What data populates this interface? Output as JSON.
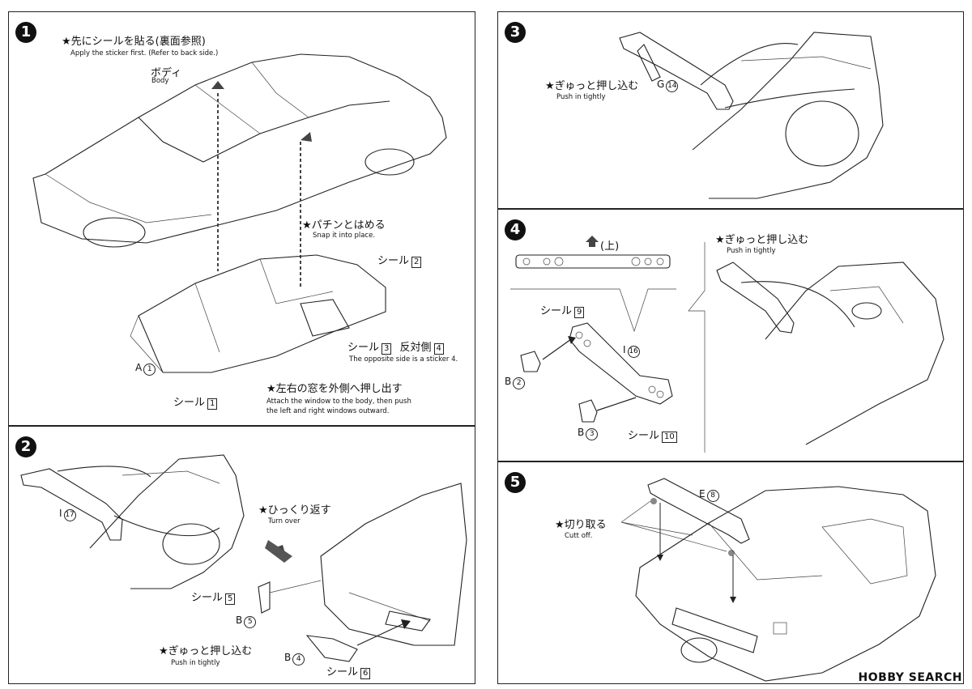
{
  "steps": [
    {
      "num": "1",
      "instruction_jp": "★先にシールを貼る(裏面参照)",
      "instruction_en": "Apply the sticker first. (Refer to back side.)",
      "body_jp": "ボディ",
      "body_en": "Body",
      "snap_jp": "★パチンとはめる",
      "snap_en": "Snap it into place.",
      "seal2": "シール",
      "seal2_num": "2",
      "seal3": "シール",
      "seal3_num": "3",
      "opposite_jp": "反対側",
      "opposite_num": "4",
      "opposite_en": "The opposite side is a sticker 4.",
      "part_a": "A",
      "part_a_num": "1",
      "seal1": "シール",
      "seal1_num": "1",
      "window_jp": "★左右の窓を外側へ押し出す",
      "window_en_1": "Attach the window to the body, then push",
      "window_en_2": "the left and right windows outward."
    },
    {
      "num": "2",
      "part_i": "I",
      "part_i_num": "17",
      "turn_jp": "★ひっくり返す",
      "turn_en": "Turn over",
      "seal5": "シール",
      "seal5_num": "5",
      "b5": "B",
      "b5_num": "5",
      "push_jp": "★ぎゅっと押し込む",
      "push_en": "Push in tightly",
      "b4": "B",
      "b4_num": "4",
      "seal6": "シール",
      "seal6_num": "6"
    },
    {
      "num": "3",
      "push_jp": "★ぎゅっと押し込む",
      "push_en": "Push in tightly",
      "g14": "G",
      "g14_num": "14"
    },
    {
      "num": "4",
      "up_jp": "(上)",
      "seal9": "シール",
      "seal9_num": "9",
      "i16": "I",
      "i16_num": "16",
      "b2": "B",
      "b2_num": "2",
      "b3": "B",
      "b3_num": "3",
      "seal10": "シール",
      "seal10_num": "10",
      "push_jp": "★ぎゅっと押し込む",
      "push_en": "Push in tightly"
    },
    {
      "num": "5",
      "e8": "E",
      "e8_num": "8",
      "cut_jp": "★切り取る",
      "cut_en": "Cutt off."
    }
  ],
  "watermark": "HOBBY SEARCH"
}
